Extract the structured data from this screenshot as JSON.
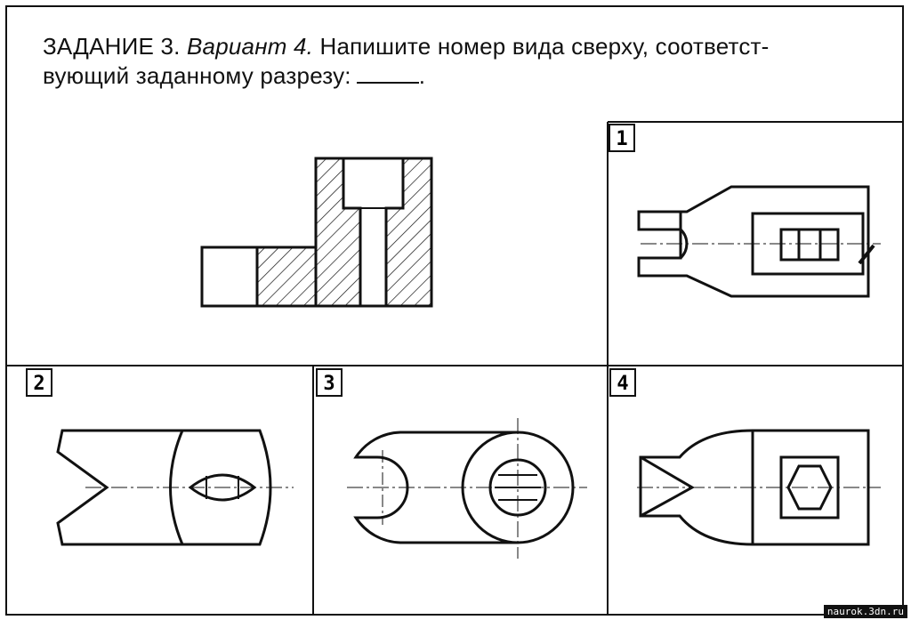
{
  "task": {
    "prefix": "ЗАДАНИЕ 3.",
    "variant": "Вариант 4.",
    "text_line1": "Напишите номер вида сверху, соответст-",
    "text_line2": "вующий заданному разрезу:",
    "suffix": "."
  },
  "options": [
    {
      "number": "1"
    },
    {
      "number": "2"
    },
    {
      "number": "3"
    },
    {
      "number": "4"
    }
  ],
  "watermark": "naurok.3dn.ru"
}
